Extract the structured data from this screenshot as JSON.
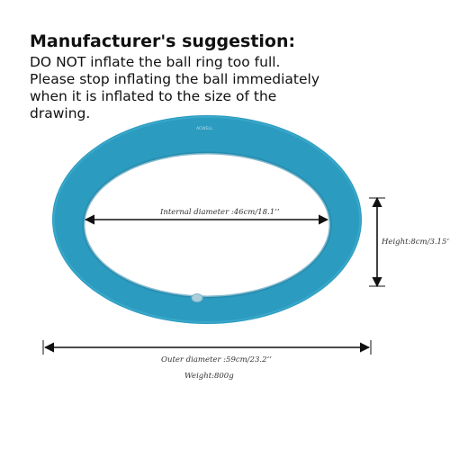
{
  "notice": {
    "heading": "Manufacturer's suggestion:",
    "lines": [
      "DO NOT inflate the ball ring too full.",
      "Please stop inflating the ball immediately",
      "when it is inflated to the size of the",
      "drawing."
    ]
  },
  "ring": {
    "color": "#2b9bbf",
    "brand": "ACWELL"
  },
  "dimensions": {
    "internal_diameter": "Internal diameter :46cm/18.1’’",
    "height": "Height:8cm/3.15’’",
    "outer_diameter": "Outer diameter :59cm/23.2’’",
    "weight": "Weight:800g"
  },
  "colors": {
    "text": "#111111",
    "arrow": "#111111"
  }
}
